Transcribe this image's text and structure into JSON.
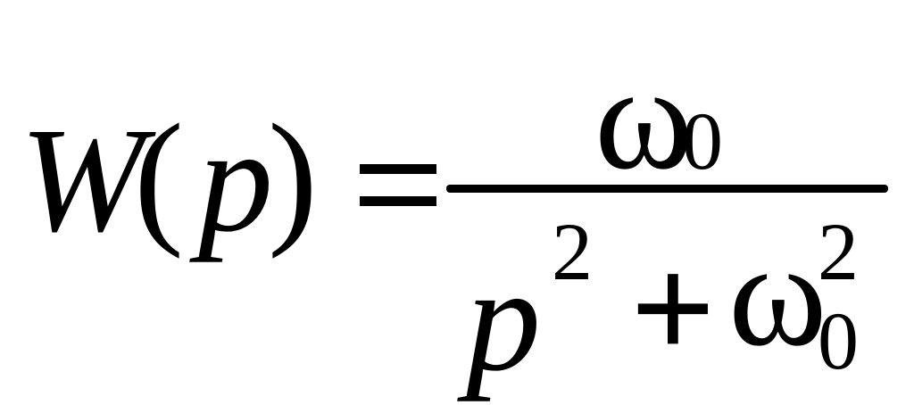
{
  "formula": {
    "lhs": {
      "function": "W",
      "open_paren": "(",
      "variable": "p",
      "close_paren": ")"
    },
    "equals": "=",
    "numerator": {
      "symbol": "ω",
      "subscript": "0"
    },
    "denominator": {
      "term1": "p",
      "term1_exponent": "2",
      "operator": "+",
      "term2": "ω",
      "term2_exponent": "2",
      "term2_subscript": "0"
    }
  }
}
